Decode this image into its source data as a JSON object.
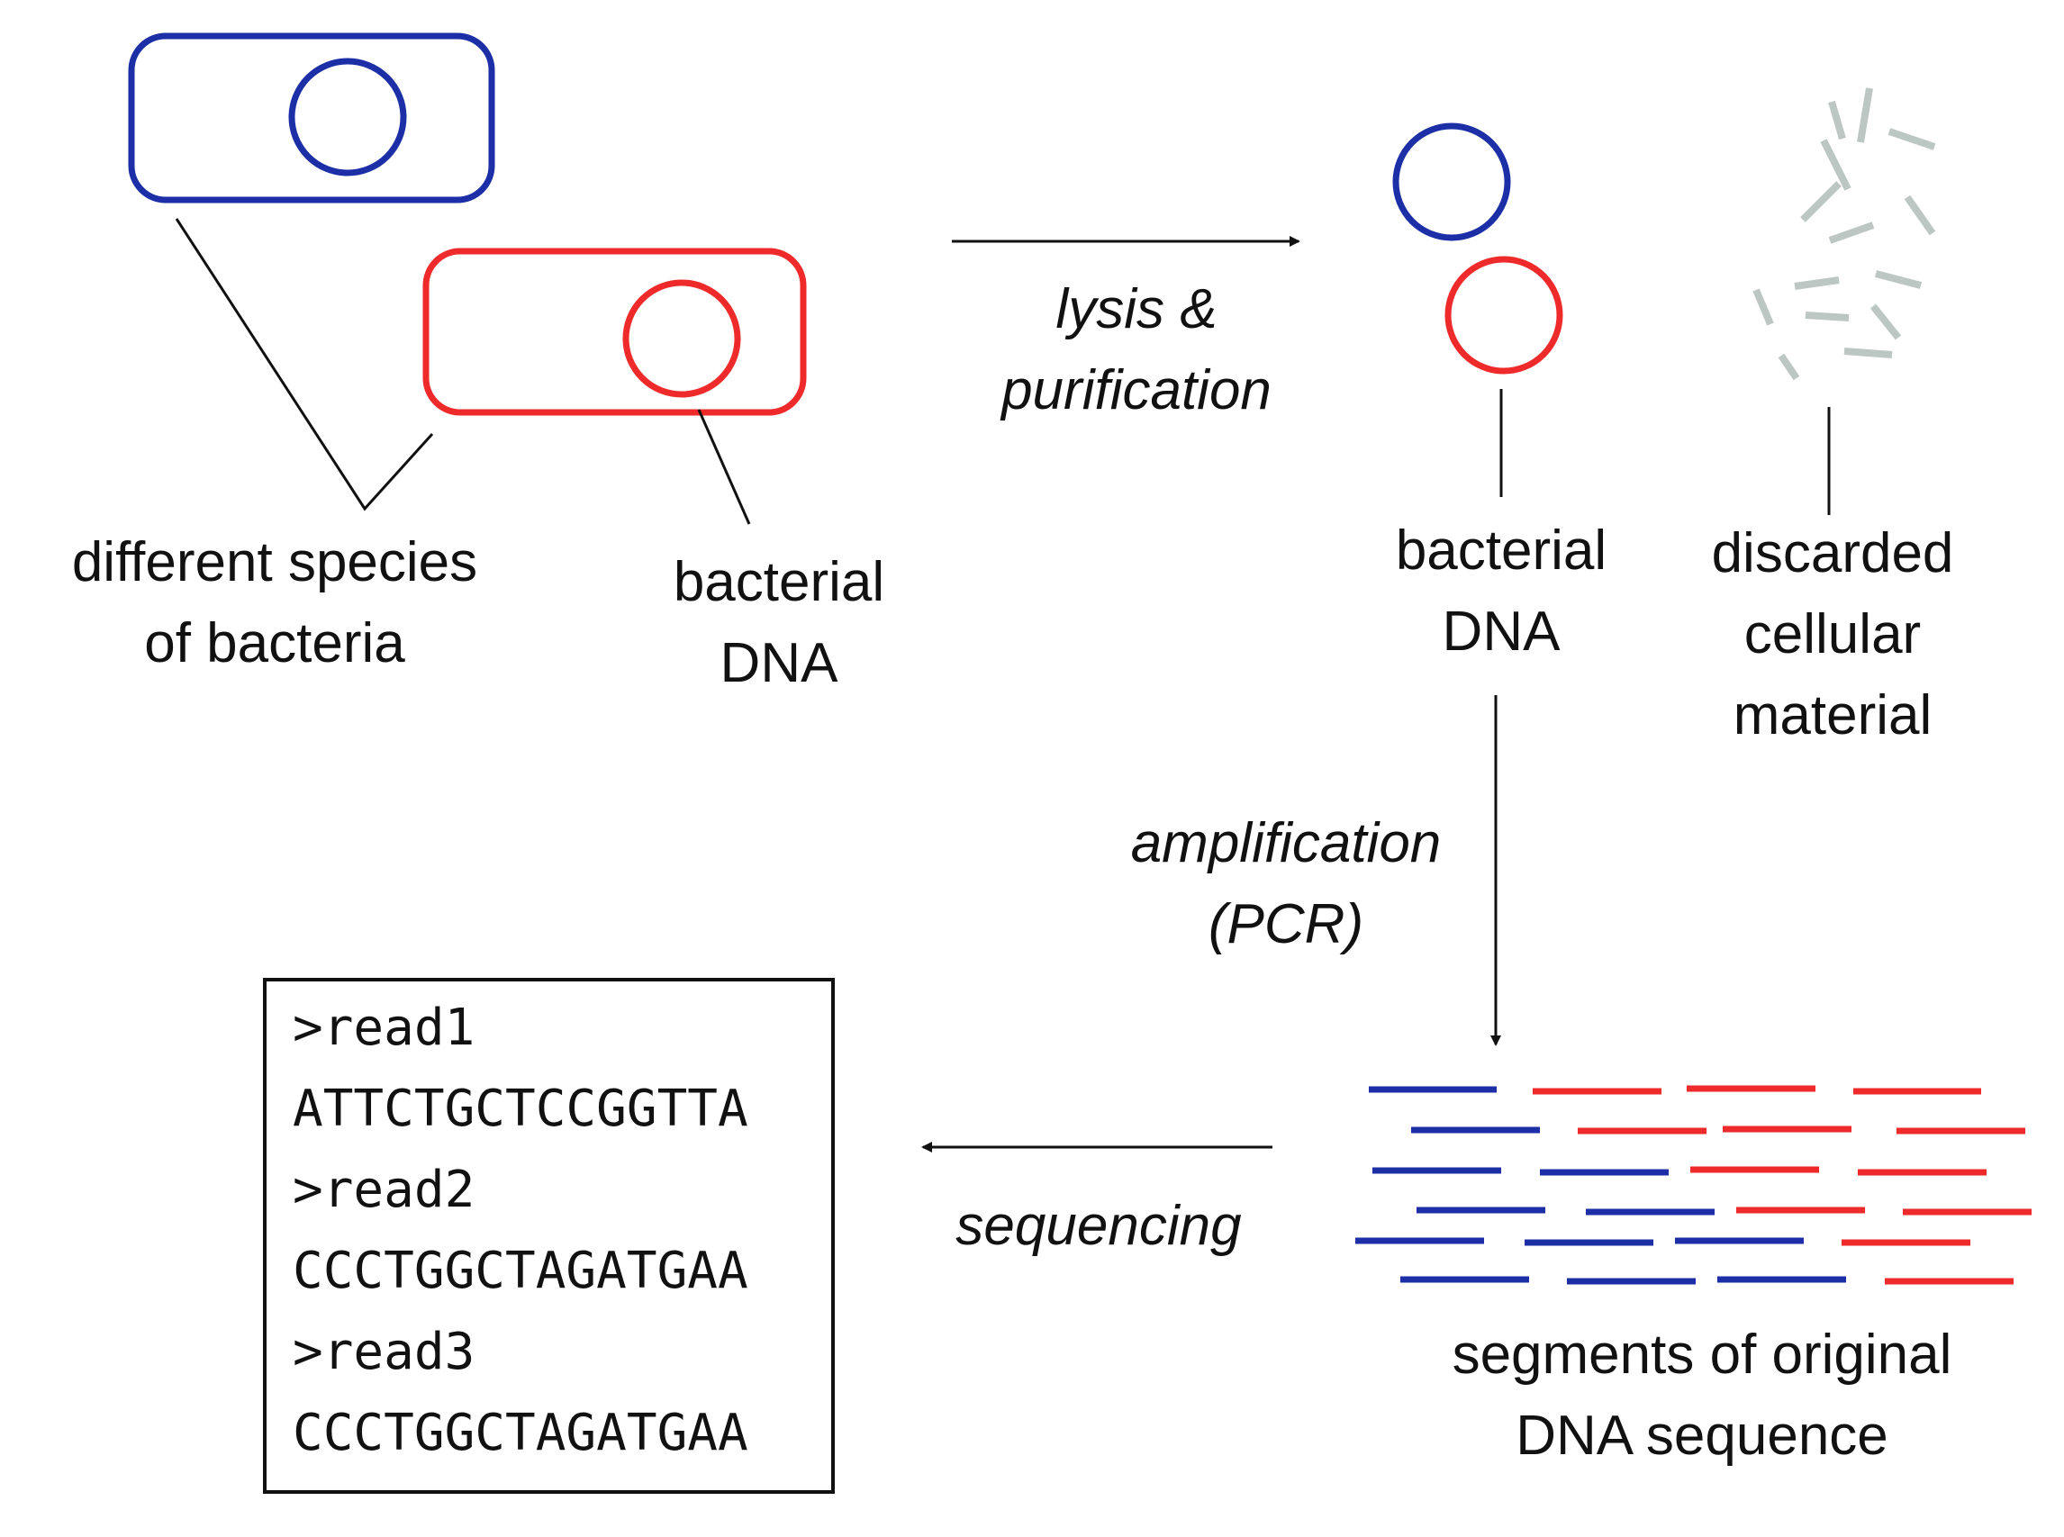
{
  "labels": {
    "species": [
      "different species",
      "of bacteria"
    ],
    "bacterial_dna_left": [
      "bacterial",
      "DNA"
    ],
    "lysis": [
      "lysis &",
      "purification"
    ],
    "bacterial_dna_right": [
      "bacterial",
      "DNA"
    ],
    "discarded": [
      "discarded",
      "cellular",
      "material"
    ],
    "amplification": [
      "amplification",
      "(PCR)"
    ],
    "segments": [
      "segments of original",
      "DNA sequence"
    ],
    "sequencing": "sequencing"
  },
  "reads": [
    ">read1",
    "ATTCTGCTCCGGTTA",
    ">read2",
    "CCCTGGCTAGATGAA",
    ">read3",
    "CCCTGGCTAGATGAA"
  ],
  "colors": {
    "blue": "#1c2fa6",
    "red": "#ee2a2a",
    "gray": "#bcc7c4",
    "ink": "#111111"
  }
}
